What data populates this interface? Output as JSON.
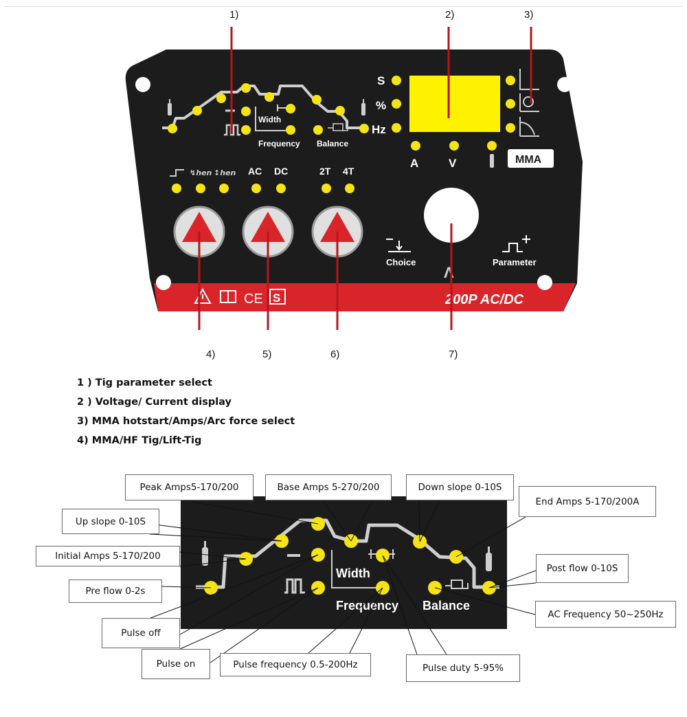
{
  "callouts": [
    "1)",
    "2)",
    "3)",
    "4)",
    "5)",
    "6)",
    "7)"
  ],
  "panel": {
    "labels": {
      "width": "Width",
      "frequency": "Frequency",
      "balance": "Balance",
      "s": "S",
      "percent": "%",
      "hz": "Hz",
      "amps": "A",
      "volts": "V",
      "ac": "AC",
      "dc": "DC",
      "t2": "2T",
      "t4": "4T",
      "mma": "MMA",
      "choice": "Choice",
      "parameter": "Parameter",
      "model": "200P AC/DC"
    },
    "colors": {
      "body": "#1c1c1c",
      "accent_red": "#d9252a",
      "led_yellow": "#f5e414",
      "display_yellow": "#fff200",
      "callout_line": "#b3161c"
    },
    "icons": [
      "torch-icon",
      "pulse-icon",
      "slope-icon",
      "lift-icon",
      "hf-icon",
      "warning-icon",
      "manual-icon",
      "ce-icon",
      "s-mark-icon",
      "hotstart-icon",
      "arcforce-icon",
      "knob-icon"
    ]
  },
  "legend": [
    "1 ) Tig parameter select",
    "2 ) Voltage/ Current display",
    "3) MMA hotstart/Amps/Arc force select",
    "4) MMA/HF Tig/Lift-Tig"
  ],
  "detail": {
    "width_label": "Width",
    "frequency_label": "Frequency",
    "balance_label": "Balance",
    "annotations": {
      "peak_amps": "Peak Amps5-170/200",
      "base_amps": "Base Amps 5-270/200",
      "down_slope": "Down slope 0-10S",
      "end_amps": "End Amps 5-170/200A",
      "up_slope": "Up slope 0-10S",
      "initial_amps": "Initial Amps 5-170/200",
      "post_flow": "Post flow 0-10S",
      "pre_flow": "Pre flow 0-2s",
      "ac_frequency": "AC Frequency 50~250Hz",
      "pulse_off": "Pulse off",
      "pulse_on": "Pulse on",
      "pulse_frequency": "Pulse frequency 0.5-200Hz",
      "pulse_duty": "Pulse duty 5-95%"
    }
  }
}
